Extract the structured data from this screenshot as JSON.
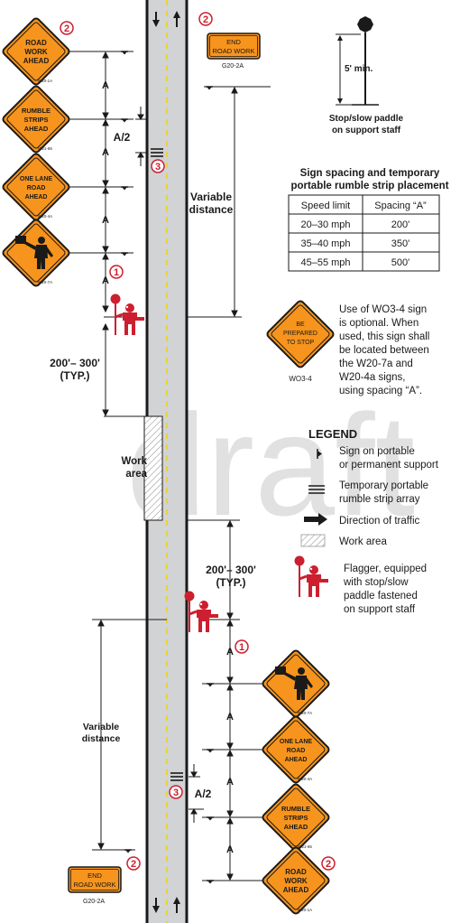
{
  "colors": {
    "sign_orange": "#f7941d",
    "road_gray": "#d1d3d4",
    "lane_yellow": "#f2d400",
    "accent_red": "#cc1f2f",
    "watermark_gray": "#bdbdbd",
    "ink": "#1a1a1a"
  },
  "watermark": "draft",
  "signs": {
    "road_work_ahead": {
      "lines": [
        "ROAD",
        "WORK",
        "AHEAD"
      ],
      "code": "W20-1A"
    },
    "rumble_strips_ahead": {
      "lines": [
        "RUMBLE",
        "STRIPS",
        "AHEAD"
      ],
      "code": "W21-65"
    },
    "one_lane_road_ahead": {
      "lines": [
        "ONE LANE",
        "ROAD",
        "AHEAD"
      ],
      "code": "W20-4A"
    },
    "flagger_ahead": {
      "icon": "flagger-symbol-icon",
      "code": "W20-7A"
    },
    "end_road_work": {
      "lines": [
        "END",
        "ROAD WORK"
      ],
      "code": "G20-2A"
    },
    "be_prepared_to_stop": {
      "lines": [
        "BE",
        "PREPARED",
        "TO STOP"
      ],
      "code": "WO3-4"
    }
  },
  "callouts": {
    "one": "1",
    "two": "2",
    "three": "3"
  },
  "dimensions": {
    "a": "A",
    "a_half": "A/2",
    "variable_distance": [
      "Variable",
      "distance"
    ],
    "typ_range": [
      "200'– 300'",
      "(TYP.)"
    ],
    "work_area": [
      "Work",
      "area"
    ]
  },
  "paddle": {
    "height_label": "5' min.",
    "caption": [
      "Stop/slow paddle",
      "on support staff"
    ]
  },
  "spacing_table": {
    "title": [
      "Sign spacing and temporary",
      "portable rumble strip placement"
    ],
    "headers": [
      "Speed limit",
      "Spacing “A”"
    ],
    "rows": [
      [
        "20–30 mph",
        "200'"
      ],
      [
        "35–40 mph",
        "350'"
      ],
      [
        "45–55 mph",
        "500'"
      ]
    ]
  },
  "wo34_note": [
    "Use of WO3-4 sign",
    "is optional. When",
    "used, this sign shall",
    "be located between",
    "the W20-7a and",
    "W20-4a signs,",
    "using spacing “A”."
  ],
  "legend": {
    "title": "LEGEND",
    "items": [
      {
        "icon": "sign-support-icon",
        "lines": [
          "Sign on portable",
          "or permanent support"
        ]
      },
      {
        "icon": "rumble-strip-icon",
        "lines": [
          "Temporary portable",
          "rumble strip array"
        ]
      },
      {
        "icon": "traffic-arrow-icon",
        "lines": [
          "Direction of traffic"
        ]
      },
      {
        "icon": "work-area-icon",
        "lines": [
          "Work area"
        ]
      },
      {
        "icon": "flagger-icon",
        "lines": [
          "Flagger, equipped",
          "with stop/slow",
          "paddle fastened",
          "on support staff"
        ]
      }
    ]
  }
}
